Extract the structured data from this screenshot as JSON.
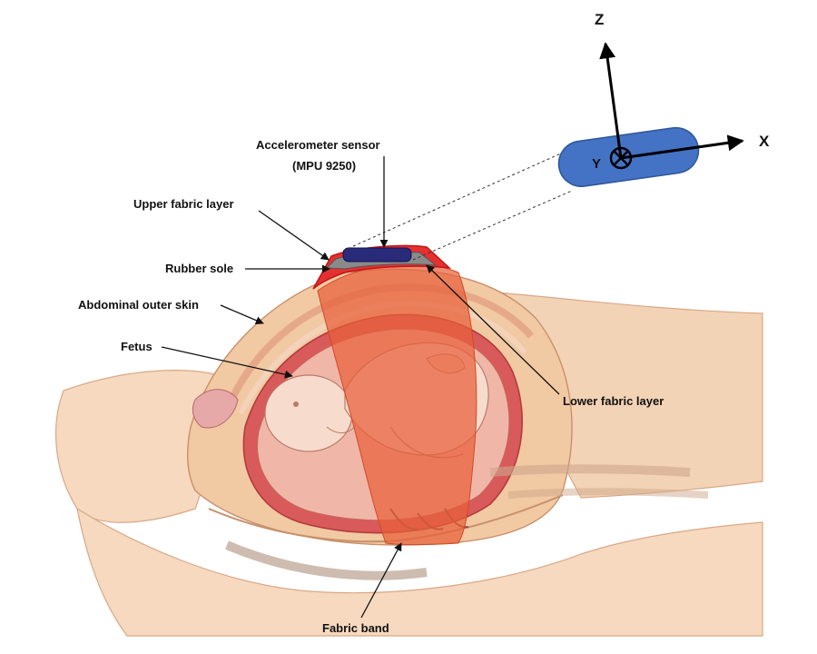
{
  "labels": {
    "sensor_line1": "Accelerometer sensor",
    "sensor_line2": "(MPU 9250)",
    "upper_fabric": "Upper fabric layer",
    "rubber_sole": "Rubber sole",
    "abdominal_skin": "Abdominal outer skin",
    "fetus": "Fetus",
    "lower_fabric": "Lower fabric layer",
    "fabric_band": "Fabric band"
  },
  "axes": {
    "z": "Z",
    "x": "X",
    "y": "Y"
  },
  "colors": {
    "band": "#e8603a",
    "sensor_pill": "#4472c4",
    "sensor_chip": "#2a2a7a",
    "upper_fabric": "#e53030",
    "rubber_sole": "#8a8a8a",
    "skin": "#f1c9a3",
    "uterus": "#d85a5a"
  }
}
